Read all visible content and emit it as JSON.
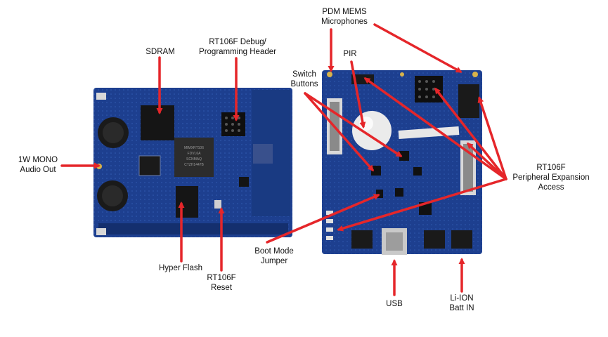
{
  "labels": {
    "sdram": [
      "SDRAM"
    ],
    "debug_header": [
      "RT106F Debug/",
      "Programming Header"
    ],
    "audio_out": [
      "1W MONO",
      "Audio Out"
    ],
    "hyper_flash": [
      "Hyper Flash"
    ],
    "reset": [
      "RT106F",
      "Reset"
    ],
    "mems_mics": [
      "PDM MEMS",
      "Microphones"
    ],
    "pir": [
      "PIR"
    ],
    "switch_buttons": [
      "Switch",
      "Buttons"
    ],
    "peripheral_access": [
      "RT106F",
      "Peripheral Expansion",
      "Access"
    ],
    "boot_jumper": [
      "Boot Mode",
      "Jumper"
    ],
    "usb": [
      "USB"
    ],
    "batt_in": [
      "Li-ION",
      "Batt IN"
    ]
  },
  "chip_marking": [
    "MIMXRT106",
    "FDVL6A",
    "SCNMAQ",
    "CTZH1447B"
  ],
  "colors": {
    "arrow": "#e5262a",
    "board": "#1d3f8f",
    "board_dark": "#10245c",
    "board_light": "#2f5cb8",
    "label": "#111111"
  }
}
